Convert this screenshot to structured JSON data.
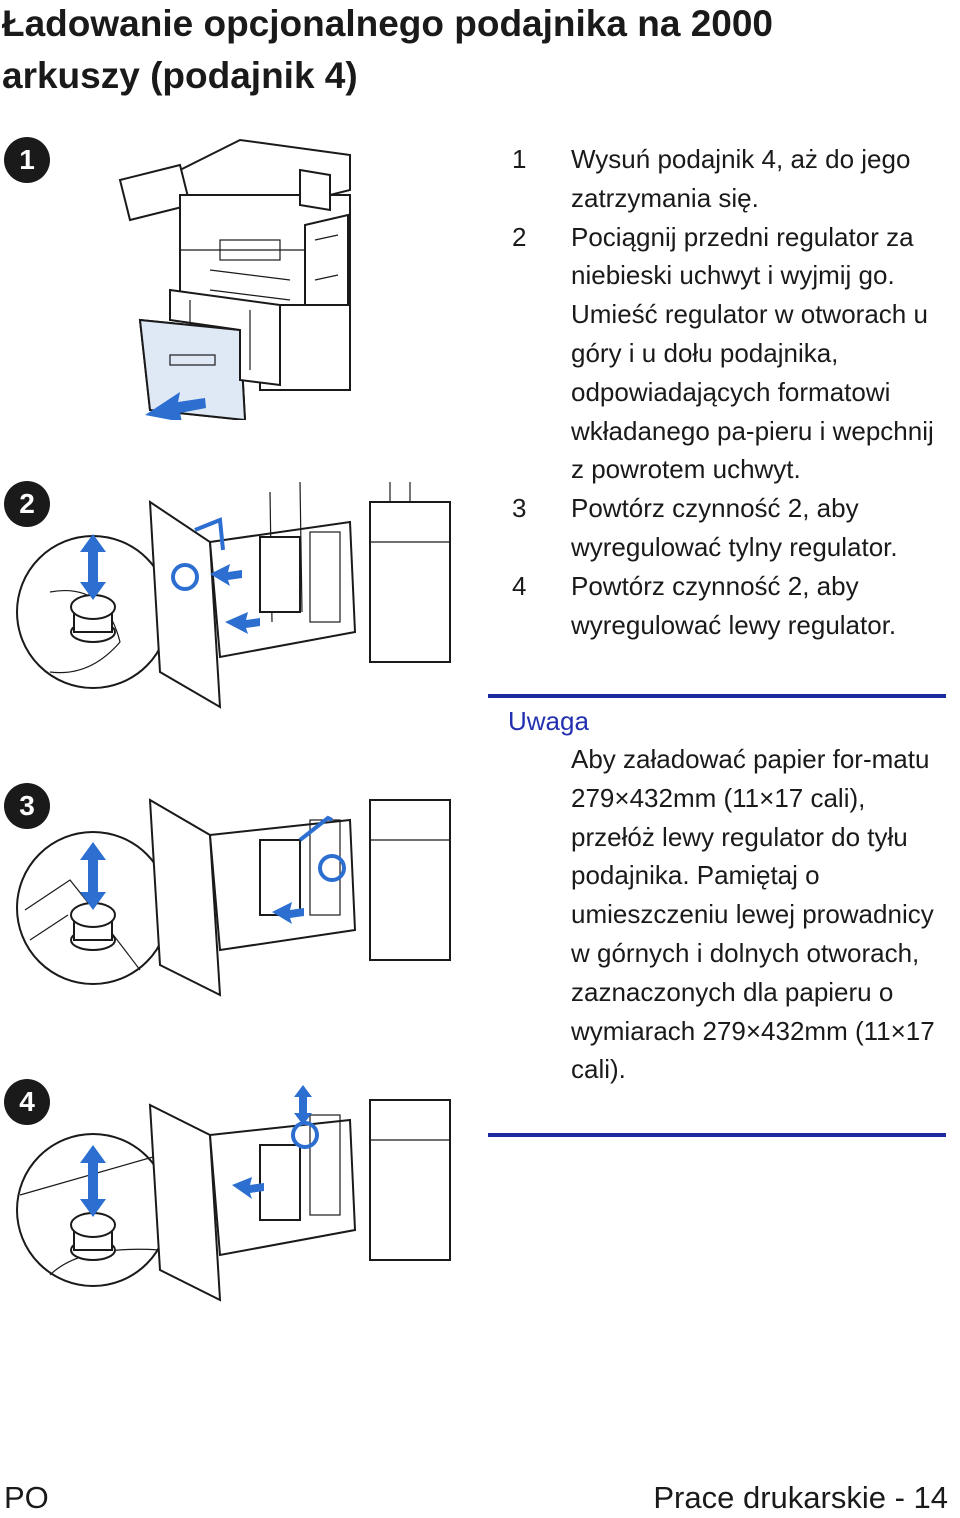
{
  "title": "Ładowanie opcjonalnego podajnika na 2000 arkuszy (podajnik 4)",
  "step_badges": [
    "1",
    "2",
    "3",
    "4"
  ],
  "steps": [
    {
      "number": "1",
      "text": "Wysuń podajnik 4, aż do jego zatrzymania się."
    },
    {
      "number": "2",
      "text": "Pociągnij przedni regulator za niebieski uchwyt i wyjmij go. Umieść regulator w otworach u góry i u dołu podajnika, odpowiadających formatowi wkładanego pa-pieru i wepchnij z powrotem uchwyt."
    },
    {
      "number": "3",
      "text": "Powtórz czynność 2, aby wyregulować tylny regulator."
    },
    {
      "number": "4",
      "text": "Powtórz czynność 2, aby wyregulować lewy regulator."
    }
  ],
  "note": {
    "heading": "Uwaga",
    "body": "Aby załadować papier for-matu 279×432mm (11×17 cali), przełóż lewy regulator do tyłu podajnika. Pamiętaj o umieszczeniu lewej prowadnicy w górnych i dolnych otworach, zaznaczonych dla papieru o wymiarach 279×432mm (11×17 cali)."
  },
  "footer": {
    "left": "PO",
    "right": "Prace drukarskie - 14"
  },
  "colors": {
    "accent_blue": "#2c6fd0",
    "rule_blue": "#1e2ba0"
  }
}
